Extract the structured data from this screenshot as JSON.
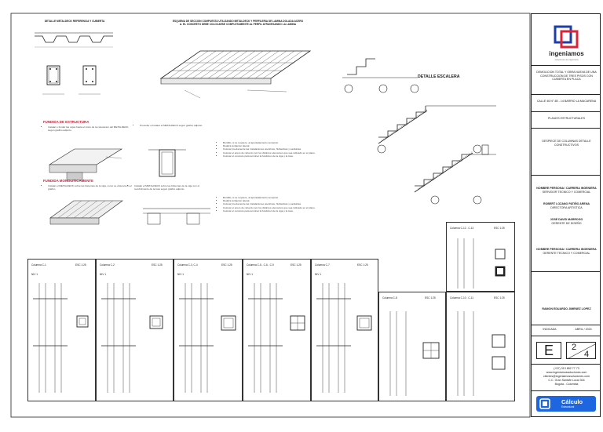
{
  "sheet": {
    "slab_note": "ESQUEMA DE SECCION COMPUESTA UTILIZANDO METALDECK Y PERFILERIA DE LAMINA DOLADA ACERO A. EL CONCRETO DEBE COLOCARSE COMPLETAMENTE AL PERFIL ATRAVESANDO LA LAMINA",
    "detalle_metaldeck": "DETALLE METALDECK REFERENCIA Y CUBIERTA",
    "detalle_escalera": "DETALLE ESCALERA",
    "section_fundida_estructura": "FUNDIDA DE ESTRUCTURA",
    "section_fundida_monoliticamente": "FUNDIDA MONOLITICAMENTE",
    "steps_a": [
      "Instalar e fundar las vigas hasta el inicio de la colocacion del METALDECK, segun grafico adjunto.",
      "Proceder a instalar el METALDECK segun grafico adjunto."
    ],
    "steps_b": [
      "Instalar el METALDECK sobre las bisternas de la viga, como se observa en el grafico.",
      "Instalar el METALDECK sobre las bisternas de la viga con el recubrimiento de la losa segun grafico adjunto."
    ],
    "bullets": [
      "Bordillo, si se requiere, al apuntalamiento temporal.",
      "Realiza la fijacion lateral.",
      "Colocar previamente las instalaciones electricas, hidraulicas y sanitarias.",
      "Colocar el acero de refuerzo por los distintos elementos que sea indicado en el plano.",
      "Colocar el concreto para terminar la fundicion de la viga y la losa."
    ],
    "panels": [
      {
        "title": "Columna C-1",
        "sub": "ESC 1:25"
      },
      {
        "title": "Columna C-2",
        "sub": "ESC 1:25"
      },
      {
        "title": "Columna C-3, C-4",
        "sub": "ESC 1:25"
      },
      {
        "title": "Columna C-5 - C-6 - C-9",
        "sub": "ESC 1:25"
      },
      {
        "title": "Columna C-7",
        "sub": "ESC 1:25"
      },
      {
        "title": "Columna C-8",
        "sub": "ESC 1:25"
      },
      {
        "title": "Columna C-10 - C-11",
        "sub": "ESC 1:25"
      },
      {
        "title": "Columna C-12 - C-13",
        "sub": "ESC 1:25"
      }
    ],
    "panel_labels": {
      "niv": "NIV 1"
    }
  },
  "titleblock": {
    "brand": "ingeniamos",
    "brand_tag": "soluciones de ingenieria",
    "project": "DEMOLICION TOTAL Y OBRA NUEVA DE UNA CONSTRUCCION DE TRES PISOS CON CUBIERTA EN PLACA",
    "address": "CALLE 46 N° 4B - 14 BARRIO LA MACARENA",
    "sheet_content": "PLANOS ESTRUCTURALES",
    "sheet_desc": "DESPIECE DE COLUMNAS DETALLE CONSTRUCTIVOS",
    "people": [
      "NOMBRE PERSONA / CARRERA INGENIERA",
      "SERVIDOR TECNICO Y COMERCIAL",
      "ROBERT LOZANO PATIÑO ARENA",
      "DIRECTORA ARTISTICA",
      "JOSE DAVID MARROGO",
      "GERENTE DE DISEÑO",
      "NOMBRE PERSONA / CARRERA INGENIERA",
      "GERENTE TECNICO Y COMERCIAL"
    ],
    "reviewer": "RAMON EDUARDO JIMENEZ LOPEZ",
    "escala": "INDICADA",
    "fecha": "ABRIL / 2024",
    "sheet_letter": "E",
    "sheet_num": "2",
    "sheet_total": "4",
    "contact": [
      "(+57) 313 852 77 73",
      "www.ingeniamossoluciones.com",
      "clientes@ingeniamossoluciones.com",
      "C.C. Gran Santafe Local 304",
      "Bogota - Colombia"
    ],
    "calc_label": "Cálculo",
    "calc_sub": "Estructural"
  },
  "colors": {
    "accent_red": "#c0253a",
    "logo_blue": "#1f3fa6",
    "logo_red": "#d9243a",
    "calc_blue": "#1e66e0"
  }
}
